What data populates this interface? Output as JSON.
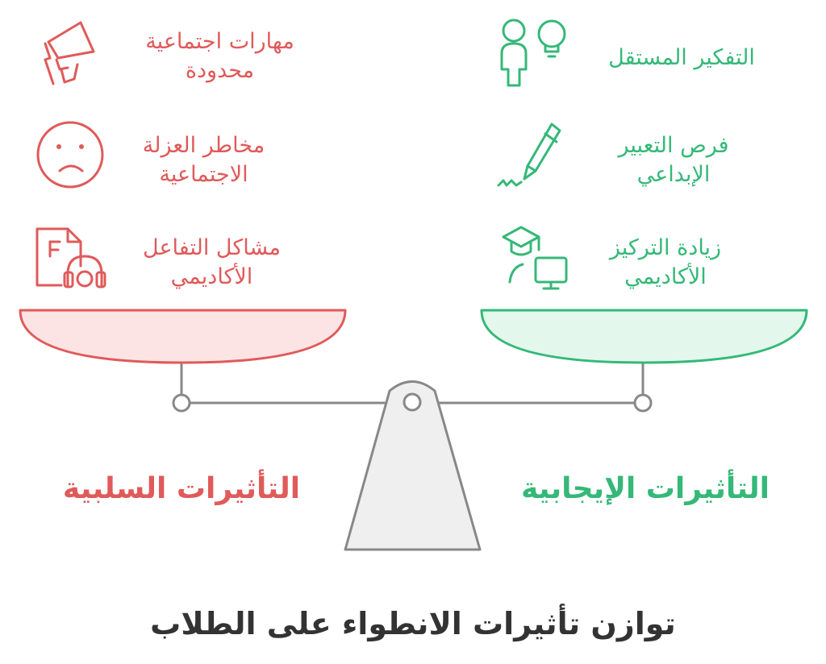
{
  "title": "توازن تأثيرات الانطواء على الطلاب",
  "negative": {
    "heading": "التأثيرات السلبية",
    "color": "#e05a5a",
    "items": [
      {
        "label": "مهارات اجتماعية محدودة",
        "icon": "megaphone-icon"
      },
      {
        "label": "مخاطر العزلة الاجتماعية",
        "icon": "sad-face-icon"
      },
      {
        "label": "مشاكل التفاعل الأكاديمي",
        "icon": "document-headphones-icon"
      }
    ]
  },
  "positive": {
    "heading": "التأثيرات الإيجابية",
    "color": "#35b878",
    "items": [
      {
        "label": "التفكير المستقل",
        "icon": "person-lightbulb-icon"
      },
      {
        "label": "فرص التعبير الإبداعي",
        "icon": "pen-icon"
      },
      {
        "label": "زيادة التركيز الأكاديمي",
        "icon": "student-computer-icon"
      }
    ]
  }
}
